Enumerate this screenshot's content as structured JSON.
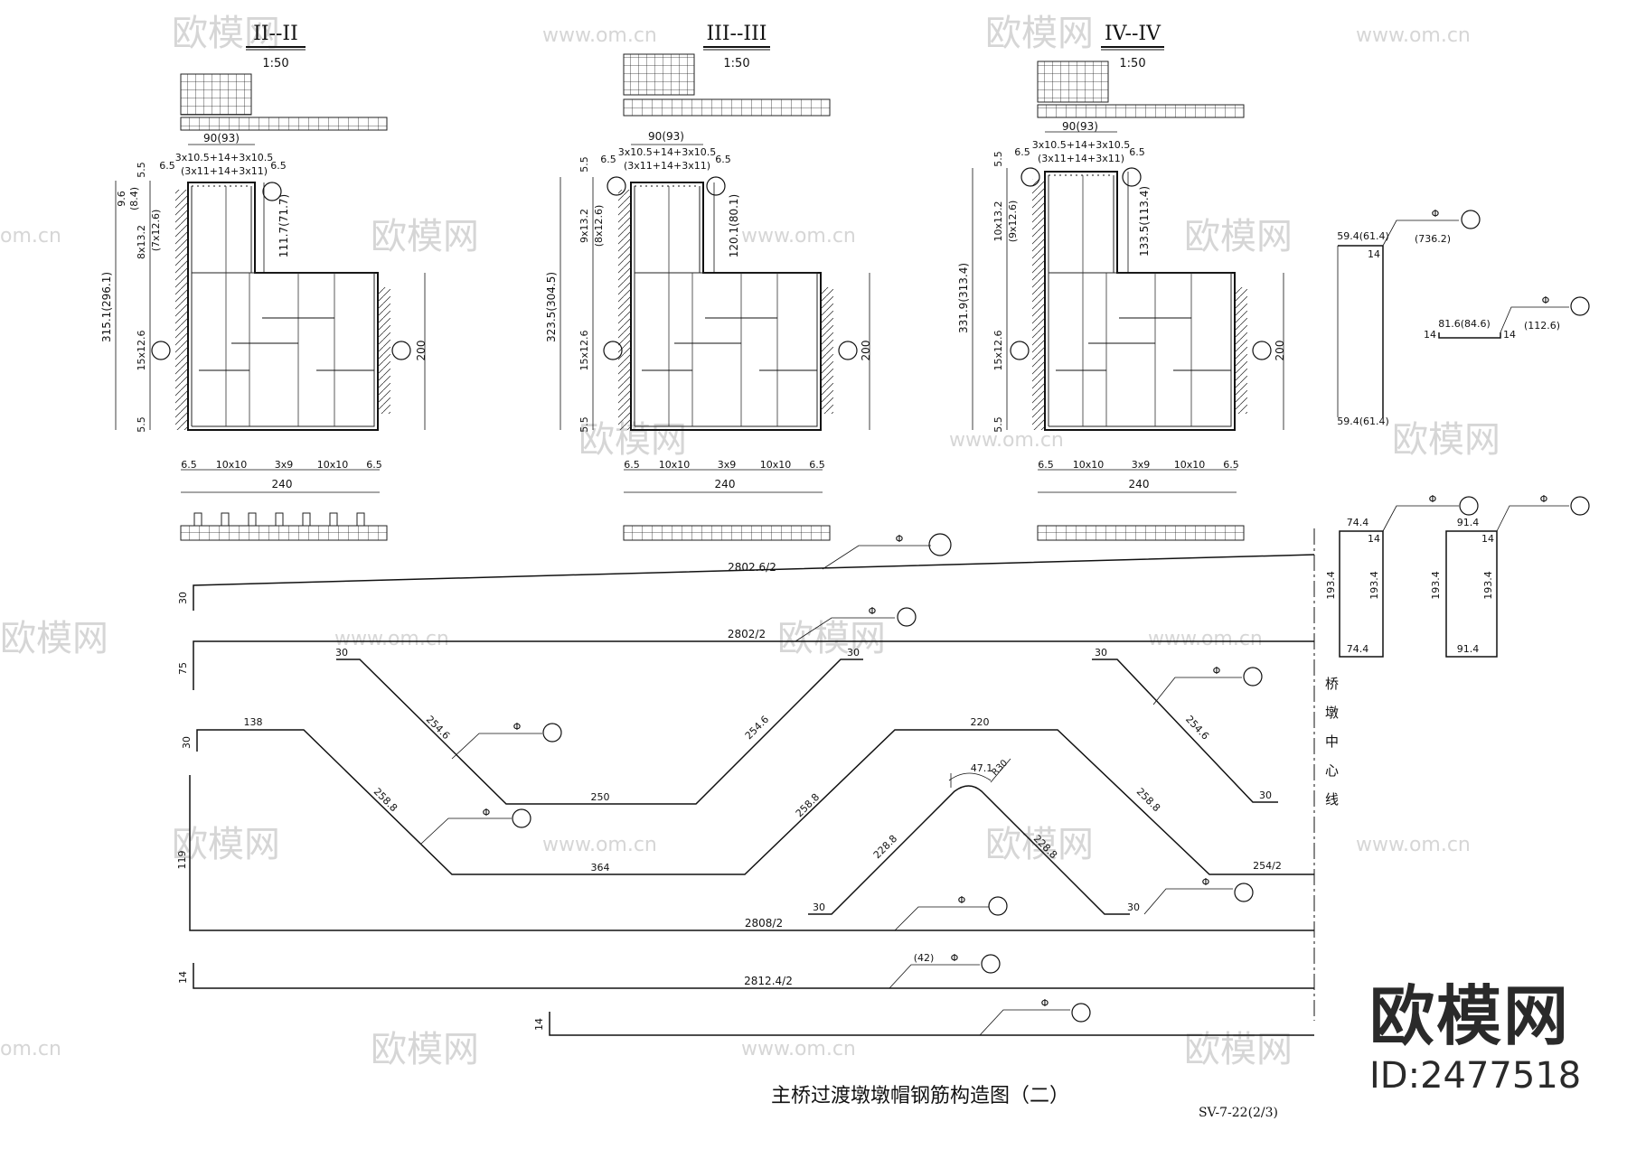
{
  "sections": [
    {
      "title": "II--II",
      "scale": "1:50",
      "top_w": "90(93)",
      "top_a": "3x10.5+14+3x10.5",
      "top_b": "(3x11+14+3x11)",
      "edge_l": "6.5",
      "edge_r": "6.5",
      "v_small": "5.5",
      "v_a": "9.6",
      "v_a2": "(8.4)",
      "v_b": "8x13.2",
      "v_b2": "(7x12.6)",
      "v_total": "315.1(296.1)",
      "v_c": "15x12.6",
      "v_bot": "5.5",
      "upper_h": "111.7(71.7)",
      "right_h": "200",
      "b1": "6.5",
      "b2": "10x10",
      "b3": "3x9",
      "b4": "10x10",
      "b5": "6.5",
      "width": "240"
    },
    {
      "title": "III--III",
      "scale": "1:50",
      "top_w": "90(93)",
      "top_a": "3x10.5+14+3x10.5",
      "top_b": "(3x11+14+3x11)",
      "edge_l": "6.5",
      "edge_r": "6.5",
      "v_small": "5.5",
      "v_a": "9x13.2",
      "v_a2": "(8x12.6)",
      "v_total": "323.5(304.5)",
      "v_c": "15x12.6",
      "v_bot": "5.5",
      "upper_h": "120.1(80.1)",
      "right_h": "200",
      "b1": "6.5",
      "b2": "10x10",
      "b3": "3x9",
      "b4": "10x10",
      "b5": "6.5",
      "width": "240"
    },
    {
      "title": "IV--IV",
      "scale": "1:50",
      "top_w": "90(93)",
      "top_a": "3x10.5+14+3x10.5",
      "top_b": "(3x11+14+3x11)",
      "edge_l": "6.5",
      "edge_r": "6.5",
      "v_small": "5.5",
      "v_a": "10x13.2",
      "v_a2": "(9x12.6)",
      "v_total": "331.9(313.4)",
      "v_c": "15x12.6",
      "v_bot": "5.5",
      "upper_h": "133.5(113.4)",
      "right_h": "200",
      "b1": "6.5",
      "b2": "10x10",
      "b3": "3x9",
      "b4": "10x10",
      "b5": "6.5",
      "width": "240"
    }
  ],
  "rebar_shapes": {
    "stirrup_a": {
      "top": "59.4(61.4)",
      "hook": "14",
      "height": "(736.2)",
      "bottom": "59.4(61.4)"
    },
    "tie": {
      "length": "81.6(84.6)",
      "hook_l": "14",
      "hook_r": "14",
      "total": "(112.6)"
    },
    "stirrup_b": {
      "top": "74.4",
      "hook": "14",
      "h_left": "193.4",
      "h_right": "193.4",
      "bottom": "74.4"
    },
    "stirrup_c": {
      "top": "91.4",
      "hook": "14",
      "h_left": "193.4",
      "h_right": "193.4",
      "bottom": "91.4"
    }
  },
  "bars": {
    "bar1": {
      "len": "2802.6/2",
      "hook": "30"
    },
    "bar2": {
      "len": "2802/2",
      "hook": "75"
    },
    "bent_a": {
      "end_l": "30",
      "slope_l": "254.6",
      "mid": "250",
      "slope_r": "254.6",
      "end_r": "30"
    },
    "bent_b": {
      "end_l": "138",
      "hook": "30",
      "slope_l": "258.8",
      "mid": "364",
      "slope_r": "258.8",
      "top": "220",
      "end_r": "254/2"
    },
    "bent_c": {
      "end_l": "30",
      "slope_l": "254.6",
      "end_r": "30"
    },
    "bent_d": {
      "end_l": "30",
      "slope_l": "228.8",
      "arc": "47.1",
      "radius": "R30",
      "slope_r": "228.8",
      "end_r": "30"
    },
    "bar3": {
      "len": "2808/2",
      "hook": "119"
    },
    "bar4": {
      "len": "2812.4/2",
      "hook": "14",
      "note": "(42)"
    },
    "bar5": {
      "hook": "14"
    }
  },
  "rebar_symbol": "Φ",
  "centerline_label": [
    "桥",
    "墩",
    "中",
    "心",
    "线"
  ],
  "drawing_title": "主桥过渡墩墩帽钢筋构造图（二）",
  "drawing_number": "SV-7-22(2/3)",
  "watermark": {
    "brand": "欧模网",
    "url": "www.om.cn",
    "url_short": "om.cn"
  },
  "brand": {
    "name": "欧模网",
    "id": "ID:2477518"
  }
}
